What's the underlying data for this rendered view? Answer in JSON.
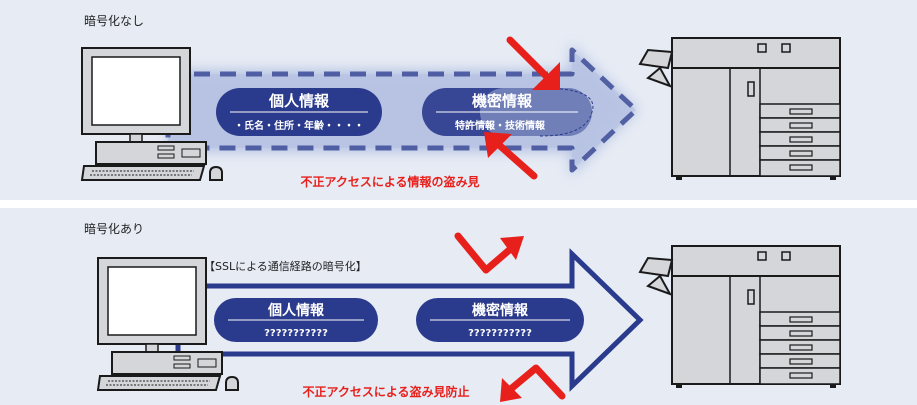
{
  "colors": {
    "panel_bg": "#e6ebf4",
    "navy": "#2a3a8c",
    "arrow_fill_light": "#b9c4e4",
    "attack_red": "#e8201c",
    "device_gray": "#d4d6d9"
  },
  "top": {
    "title": "暗号化なし",
    "pill_personal": {
      "title": "個人情報",
      "detail": "・氏名・住所・年齢・・・・"
    },
    "pill_secret": {
      "title": "機密情報",
      "detail": "特許情報・技術情報"
    },
    "caption": "不正アクセスによる情報の盗み見"
  },
  "bottom": {
    "title": "暗号化あり",
    "ssl_label": "【SSLによる通信経路の暗号化】",
    "pill_personal": {
      "title": "個人情報",
      "detail": "???????????"
    },
    "pill_secret": {
      "title": "機密情報",
      "detail": "???????????"
    },
    "caption": "不正アクセスによる盗み見防止"
  },
  "icons": {
    "computer": "desktop-computer-icon",
    "printer": "multifunction-printer-icon",
    "attack_arrow": "red-attack-arrow-icon"
  }
}
